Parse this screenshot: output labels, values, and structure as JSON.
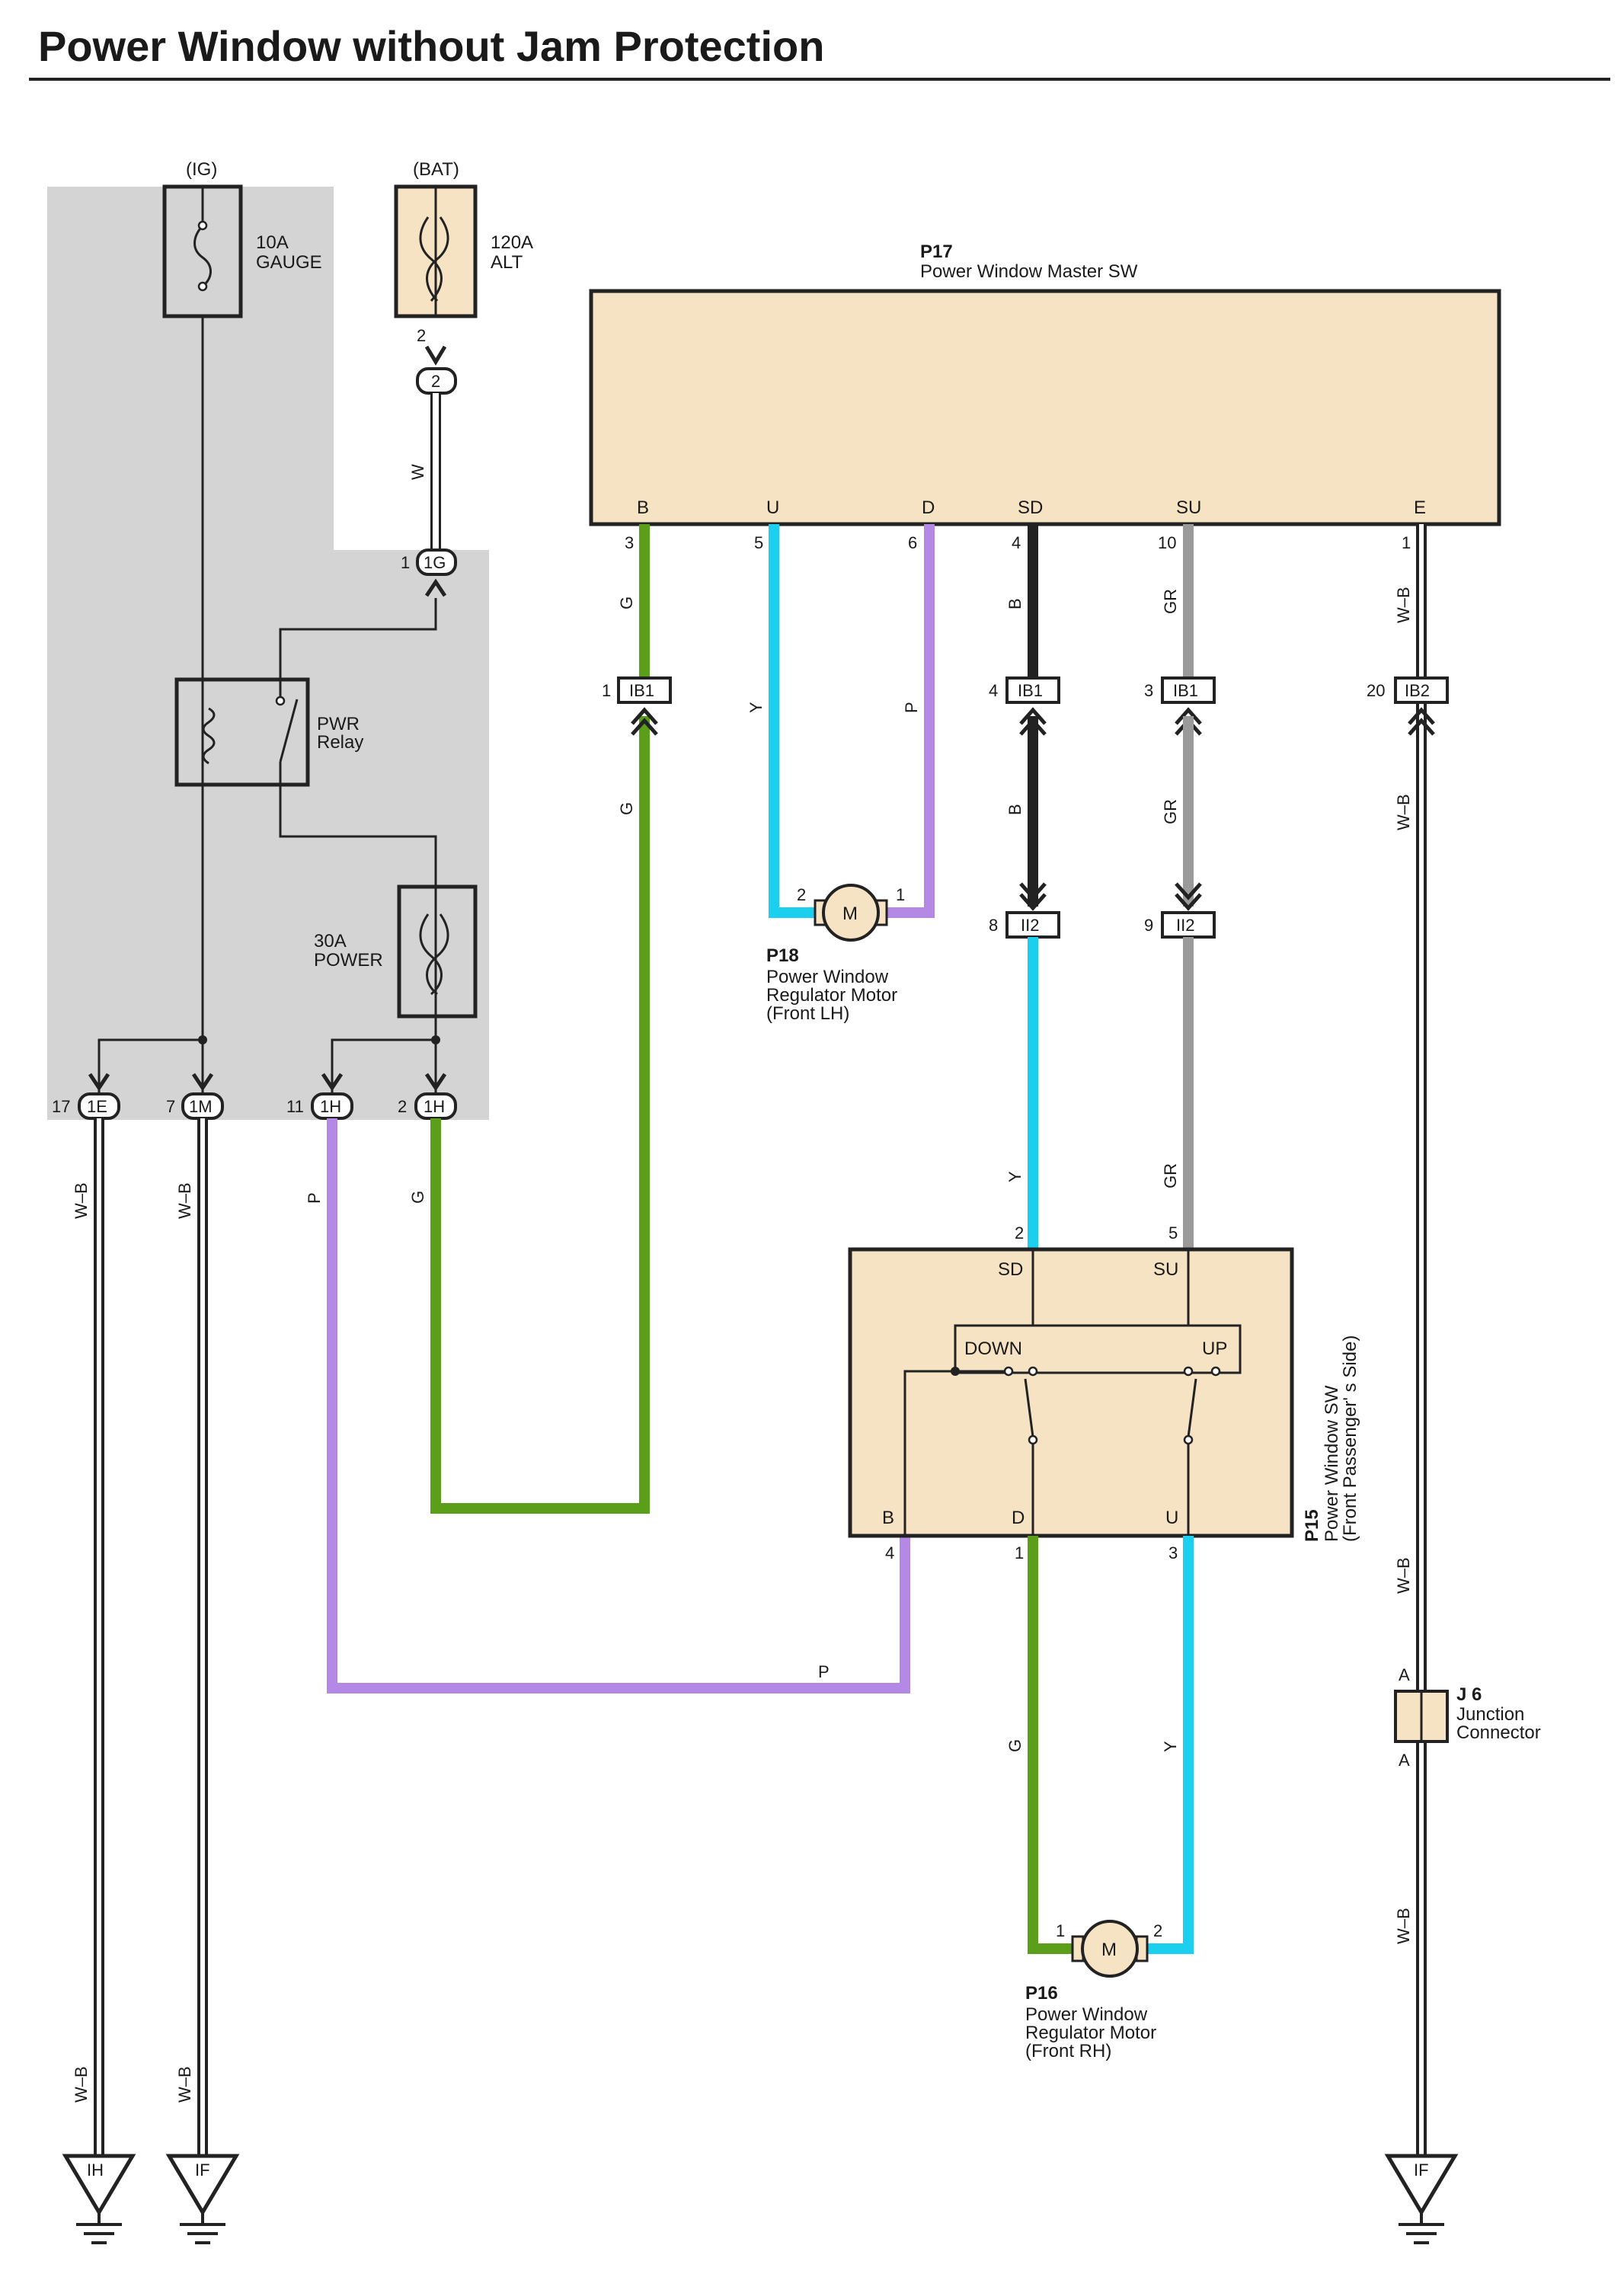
{
  "title": "Power Window without Jam Protection",
  "supply": {
    "ig": "(IG)",
    "bat": "(BAT)",
    "fuse_gauge_amp": "10A",
    "fuse_gauge_name": "GAUGE",
    "fuse_alt_amp": "120A",
    "fuse_alt_name": "ALT",
    "fuse_power_amp": "30A",
    "fuse_power_name": "POWER",
    "relay_line1": "PWR",
    "relay_line2": "Relay"
  },
  "components": {
    "p17": {
      "code": "P17",
      "name": "Power Window Master SW",
      "terminals": [
        "B",
        "U",
        "D",
        "SD",
        "SU",
        "E"
      ],
      "pins": [
        "3",
        "5",
        "6",
        "4",
        "10",
        "1"
      ]
    },
    "p18": {
      "code": "P18",
      "line1": "Power Window",
      "line2": "Regulator Motor",
      "line3": "(Front LH)",
      "pin_a": "2",
      "pin_b": "1",
      "motor": "M"
    },
    "p15": {
      "code": "P15",
      "line1": "Power Window SW",
      "line2": "(Front Passenger' s Side)",
      "sd": "SD",
      "su": "SU",
      "down": "DOWN",
      "up": "UP",
      "b": "B",
      "d": "D",
      "u": "U",
      "pin_sd": "2",
      "pin_su": "5",
      "pin_b": "4",
      "pin_d": "1",
      "pin_u": "3"
    },
    "p16": {
      "code": "P16",
      "line1": "Power Window",
      "line2": "Regulator Motor",
      "line3": "(Front RH)",
      "pin_a": "1",
      "pin_b": "2",
      "motor": "M"
    },
    "j6": {
      "code": "J 6",
      "line1": "Junction",
      "line2": "Connector",
      "pin_top": "A",
      "pin_bottom": "A"
    }
  },
  "connectors": {
    "c2": {
      "label": "2",
      "pin": "2"
    },
    "c1g": {
      "label": "1G",
      "pin": "1"
    },
    "c1e": {
      "label": "1E",
      "pin": "17"
    },
    "c1m": {
      "label": "1M",
      "pin": "7"
    },
    "c1h_a": {
      "label": "1H",
      "pin": "11"
    },
    "c1h_b": {
      "label": "1H",
      "pin": "2"
    },
    "ib1_g": {
      "label": "IB1",
      "pin": "1"
    },
    "ib1_b": {
      "label": "IB1",
      "pin": "4"
    },
    "ib1_gr": {
      "label": "IB1",
      "pin": "3"
    },
    "ib2": {
      "label": "IB2",
      "pin": "20"
    },
    "ii2_b": {
      "label": "II2",
      "pin": "8"
    },
    "ii2_gr": {
      "label": "II2",
      "pin": "9"
    }
  },
  "wires": {
    "w": "W",
    "g": "G",
    "y": "Y",
    "p": "P",
    "b": "B",
    "gr": "GR",
    "wb": "W–B"
  },
  "grounds": {
    "ih": "IH",
    "if1": "IF",
    "if2": "IF"
  },
  "colors": {
    "green": "#5a9e1a",
    "cyan": "#1ccfee",
    "purple": "#b489e6",
    "black": "#222222",
    "gray": "#9a9a9a",
    "component_fill": "#f6e3c4",
    "shade": "#d4d4d4"
  }
}
